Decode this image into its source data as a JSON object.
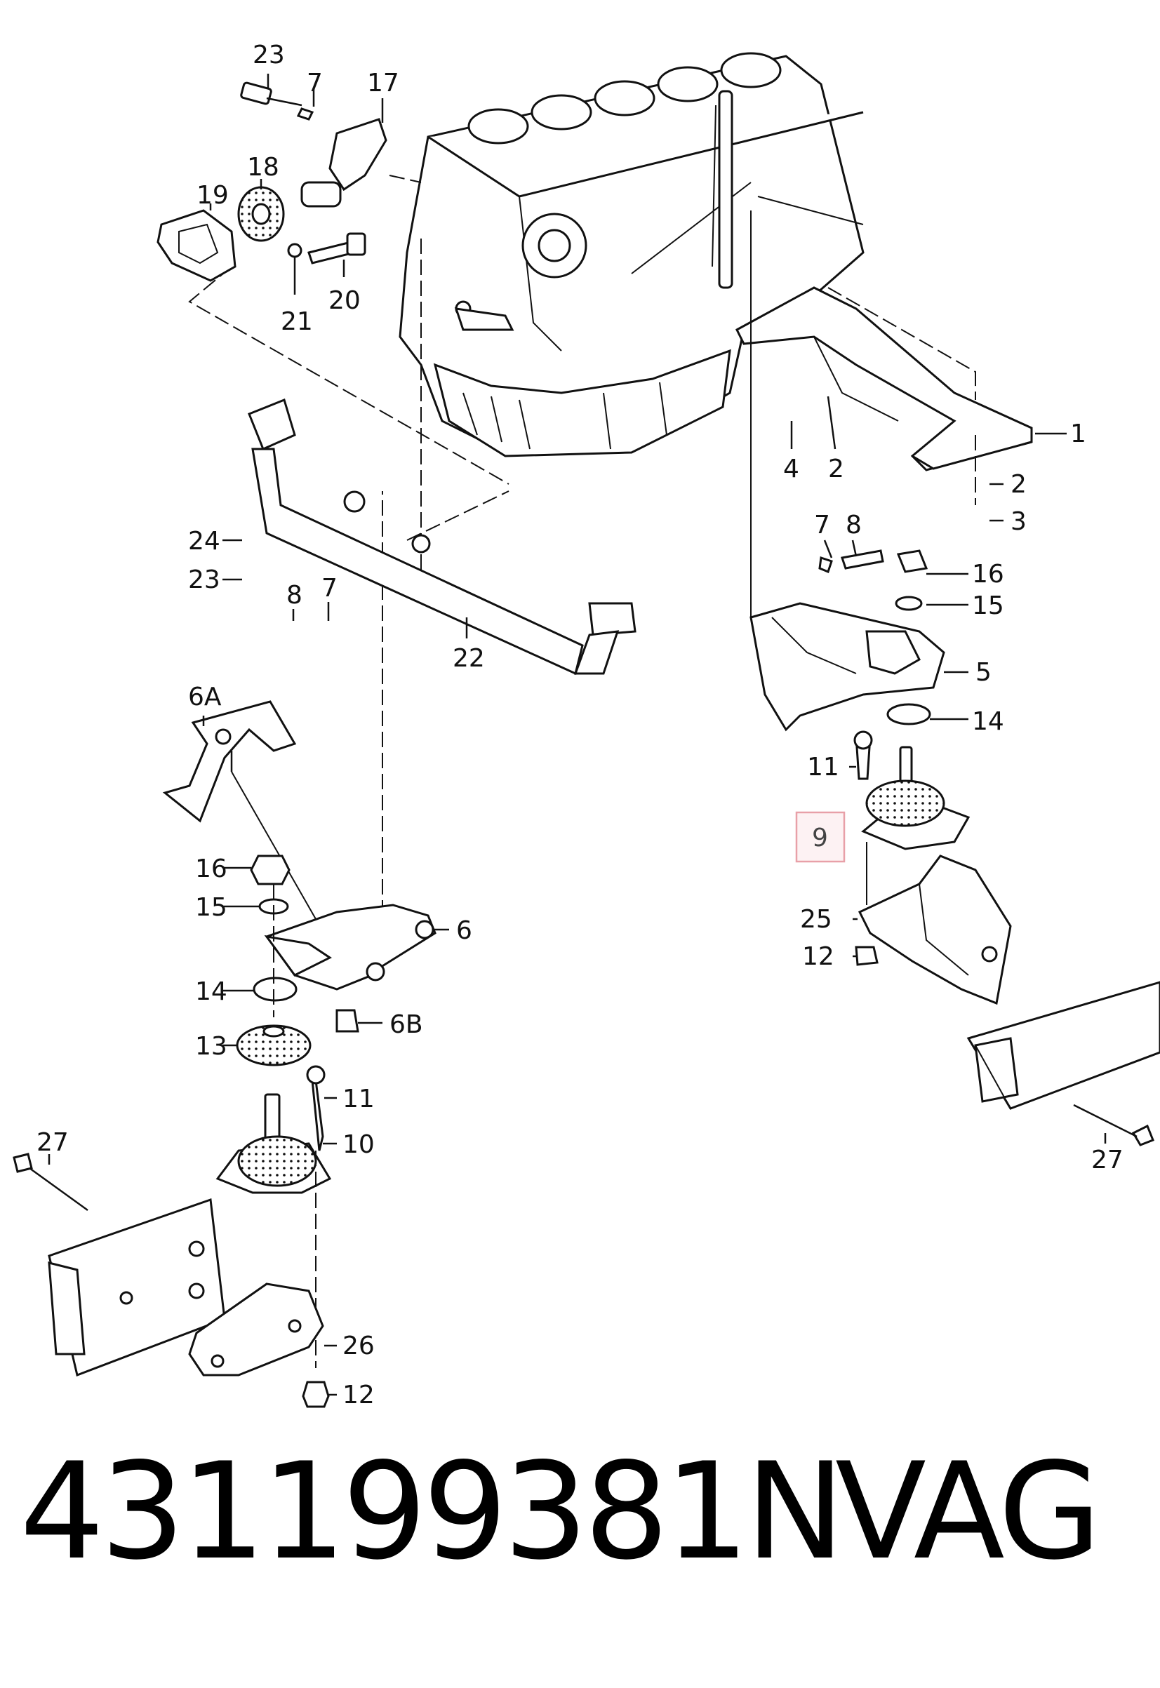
{
  "diagram": {
    "callouts": [
      {
        "id": "23-top",
        "text": "23"
      },
      {
        "id": "7-top",
        "text": "7"
      },
      {
        "id": "17",
        "text": "17"
      },
      {
        "id": "18",
        "text": "18"
      },
      {
        "id": "19",
        "text": "19"
      },
      {
        "id": "20",
        "text": "20"
      },
      {
        "id": "21",
        "text": "21"
      },
      {
        "id": "1",
        "text": "1"
      },
      {
        "id": "4",
        "text": "4"
      },
      {
        "id": "2-bracket",
        "text": "2"
      },
      {
        "id": "2-washer",
        "text": "2"
      },
      {
        "id": "3",
        "text": "3"
      },
      {
        "id": "7-right",
        "text": "7"
      },
      {
        "id": "8-right",
        "text": "8"
      },
      {
        "id": "16-right",
        "text": "16"
      },
      {
        "id": "15-right",
        "text": "15"
      },
      {
        "id": "5",
        "text": "5"
      },
      {
        "id": "14-right",
        "text": "14"
      },
      {
        "id": "11-right",
        "text": "11"
      },
      {
        "id": "9",
        "text": "9"
      },
      {
        "id": "25",
        "text": "25"
      },
      {
        "id": "12-right",
        "text": "12"
      },
      {
        "id": "27-right",
        "text": "27"
      },
      {
        "id": "24",
        "text": "24"
      },
      {
        "id": "23-left",
        "text": "23"
      },
      {
        "id": "8-left",
        "text": "8"
      },
      {
        "id": "7-left",
        "text": "7"
      },
      {
        "id": "22",
        "text": "22"
      },
      {
        "id": "6A",
        "text": "6A"
      },
      {
        "id": "16-left",
        "text": "16"
      },
      {
        "id": "15-left",
        "text": "15"
      },
      {
        "id": "6",
        "text": "6"
      },
      {
        "id": "14-left",
        "text": "14"
      },
      {
        "id": "6B",
        "text": "6B"
      },
      {
        "id": "13",
        "text": "13"
      },
      {
        "id": "11-left",
        "text": "11"
      },
      {
        "id": "10",
        "text": "10"
      },
      {
        "id": "27-left",
        "text": "27"
      },
      {
        "id": "26",
        "text": "26"
      },
      {
        "id": "12-left",
        "text": "12"
      }
    ],
    "highlighted_callout": "9",
    "highlight_color": "#e8a0a8"
  },
  "footer": {
    "part_number": "43119938",
    "part_suffix": "1N",
    "brand": "VAG"
  }
}
